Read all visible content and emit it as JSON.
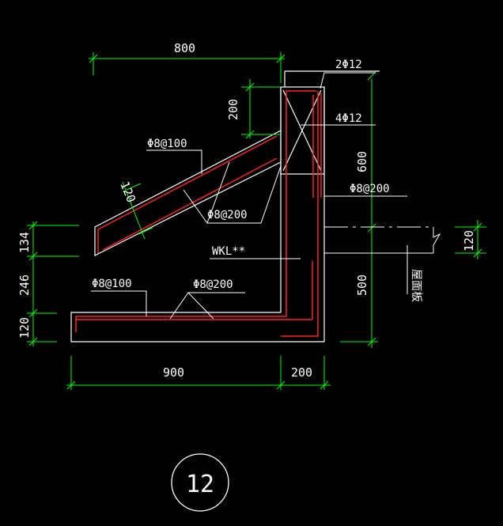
{
  "drawing": {
    "dims": {
      "top_width": "800",
      "column_height_top": "200",
      "slab_thickness": "120",
      "left_134": "134",
      "left_246": "246",
      "left_120": "120",
      "right_600": "600",
      "right_500": "500",
      "roof_thickness": "120",
      "bottom_900": "900",
      "bottom_200": "200"
    },
    "labels": {
      "top_bars": "2Φ12",
      "column_bars": "4Φ12",
      "column_stirrup": "Φ8@200",
      "slab_top": "Φ8@100",
      "slab_dist": "Φ8@200",
      "beam": "WKL**",
      "bottom_left": "Φ8@100",
      "bottom_mid": "Φ8@200",
      "roof_board": "屋面板"
    },
    "detail_number": "12",
    "colors": {
      "concrete": "#ffffff",
      "rebar": "#ff2020",
      "dimension": "#00ff00",
      "text": "#ffffff"
    }
  }
}
